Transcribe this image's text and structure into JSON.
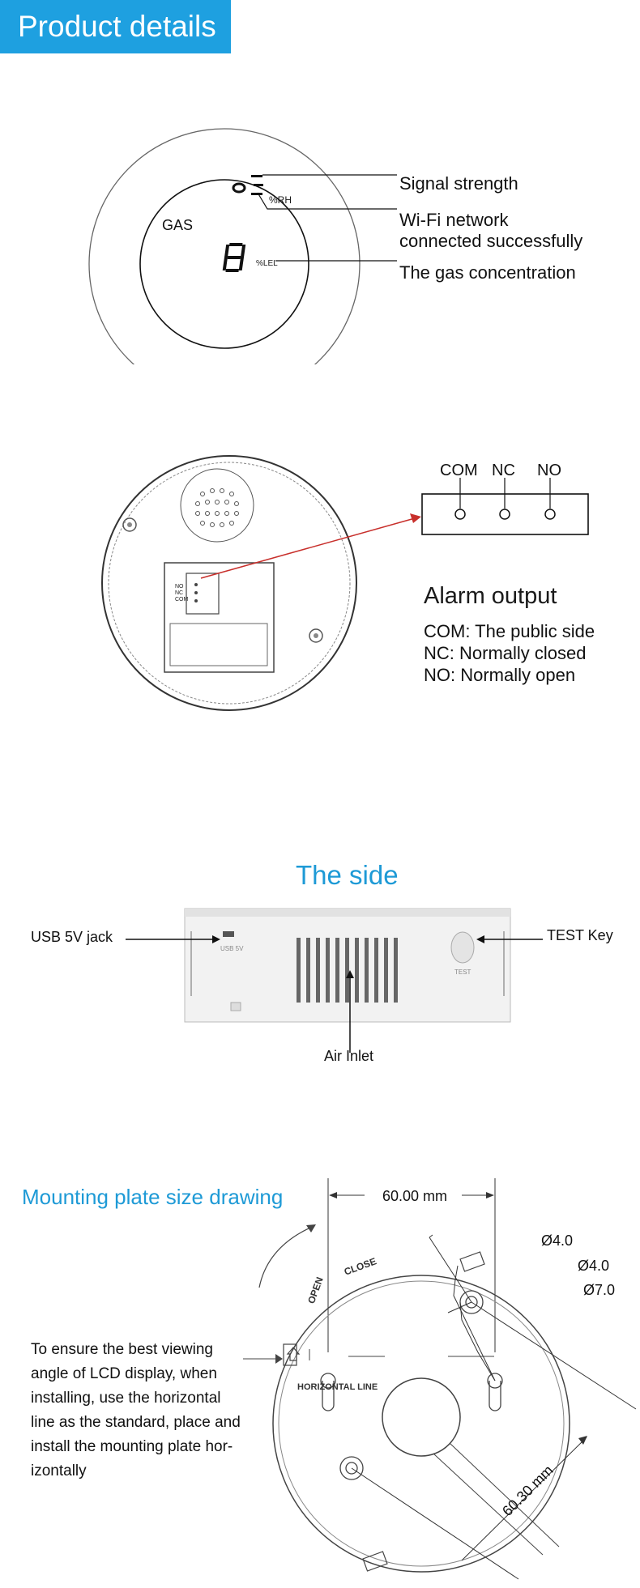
{
  "header": {
    "title": "Product details"
  },
  "section1": {
    "display": {
      "gas_label": "GAS",
      "rh_unit": "%RH",
      "lel_unit": "%LEL",
      "digit": "8"
    },
    "callouts": {
      "signal": "Signal strength",
      "wifi_line1": "Wi-Fi network",
      "wifi_line2": "connected successfully",
      "gas": "The gas concentration"
    }
  },
  "section2": {
    "terminals": [
      "COM",
      "NC",
      "NO"
    ],
    "board_labels": [
      "NO",
      "NC",
      "COM"
    ],
    "title": "Alarm output",
    "lines": [
      "COM: The public side",
      "NC: Normally closed",
      "NO: Normally open"
    ]
  },
  "section3": {
    "title": "The side",
    "usb": "USB 5V jack",
    "test": "TEST Key",
    "air": "Air Inlet",
    "usb_print": "USB 5V",
    "test_print": "TEST"
  },
  "section4": {
    "title": "Mounting plate size drawing",
    "paragraph": [
      "To ensure the best viewing",
      "angle of LCD display, when",
      "installing,  use the horizontal",
      "line as the standard, place and",
      "install the mounting plate hor-",
      "izontally"
    ],
    "dim_width": "60.00 mm",
    "dim_diag": "60.30 mm",
    "d1": "Ø4.0",
    "d2": "Ø4.0",
    "d3": "Ø7.0",
    "open": "OPEN",
    "close": "CLOSE",
    "horizontal": "HORIZONTAL LINE"
  },
  "colors": {
    "accent": "#1ea0e0",
    "title_blue": "#1e9ad6",
    "arrow_red": "#c8302c"
  }
}
